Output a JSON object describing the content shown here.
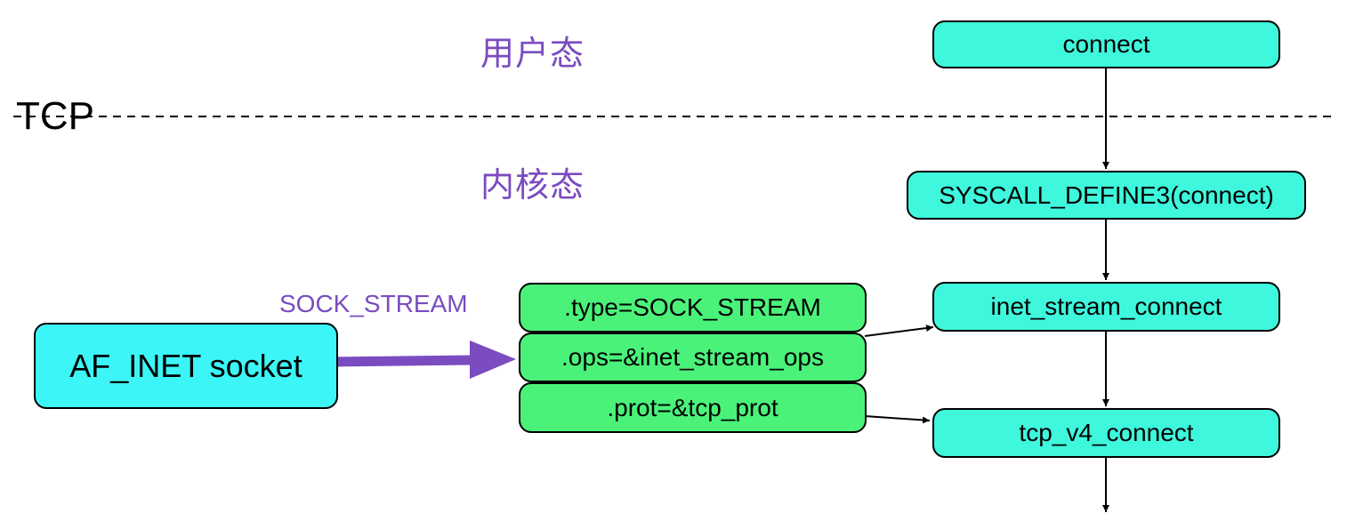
{
  "zones": {
    "user_space": "用户态",
    "kernel_space": "内核态"
  },
  "protocol_label": "TCP",
  "socket": {
    "label": "AF_INET socket"
  },
  "edge_label": "SOCK_STREAM",
  "struct_fields": [
    ".type=SOCK_STREAM",
    ".ops=&inet_stream_ops",
    ".prot=&tcp_prot"
  ],
  "call_chain": [
    "connect",
    "SYSCALL_DEFINE3(connect)",
    "inet_stream_connect",
    "tcp_v4_connect"
  ],
  "colors": {
    "call_box": "#3ef7dc",
    "socket_box": "#3cf5f7",
    "struct_box": "#4af27a",
    "accent_purple": "#7a4cc0"
  }
}
